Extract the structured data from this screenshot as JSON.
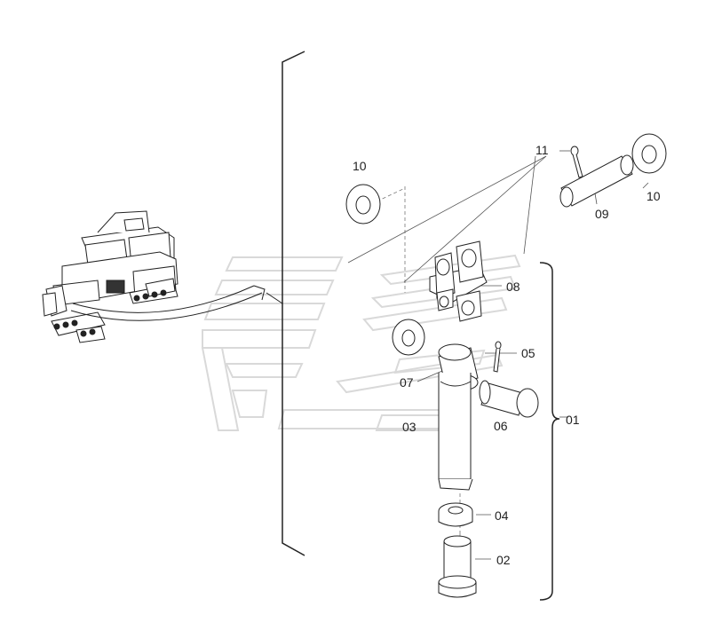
{
  "colors": {
    "line": "#222222",
    "watermark": "#d9d9d9",
    "fill": "#ffffff"
  },
  "callouts": {
    "c01": "01",
    "c02": "02",
    "c03": "03",
    "c04": "04",
    "c05": "05",
    "c06": "06",
    "c07": "07",
    "c08": "08",
    "c09": "09",
    "c10_left": "10",
    "c10_right": "10",
    "c11": "11"
  }
}
